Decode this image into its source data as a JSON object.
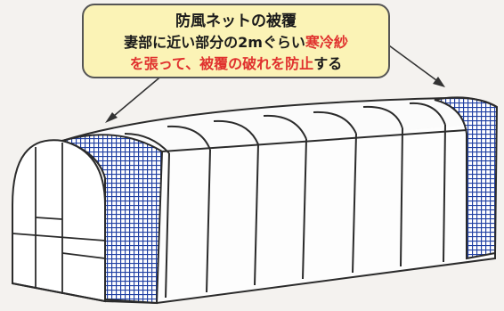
{
  "callout": {
    "title": "防風ネットの被覆",
    "line1_black": "妻部に近い部分の2mぐらい",
    "line1_red": "寒冷紗",
    "line2_red_a": "を張って、被覆の破れを防止",
    "line2_black": "する"
  },
  "colors": {
    "background": "#f4f2ef",
    "callout_fill": "#fbf3b6",
    "emphasis_text": "#e0312e",
    "net_mesh": "#1f3fa3",
    "frame": "#2b2b2b"
  },
  "icons": [
    "arrow-left-icon",
    "arrow-right-icon",
    "greenhouse-illustration",
    "net-mesh"
  ]
}
